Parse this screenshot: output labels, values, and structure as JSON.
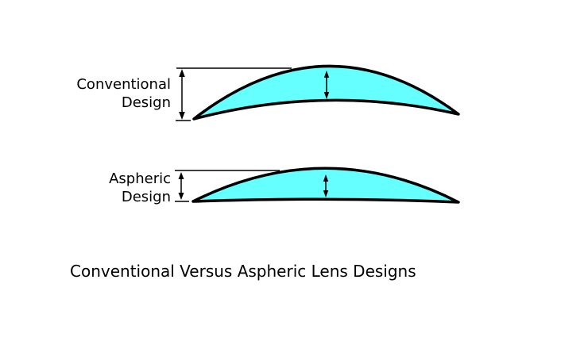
{
  "diagram": {
    "conventional": {
      "label_line1": "Conventional",
      "label_line2": "Design"
    },
    "aspheric": {
      "label_line1": "Aspheric",
      "label_line2": "Design"
    },
    "caption": "Conventional Versus Aspheric Lens Designs"
  },
  "colors": {
    "lens_fill": "#66FFFF",
    "outline": "#000000",
    "text": "#000000",
    "background": "#FFFFFF"
  }
}
